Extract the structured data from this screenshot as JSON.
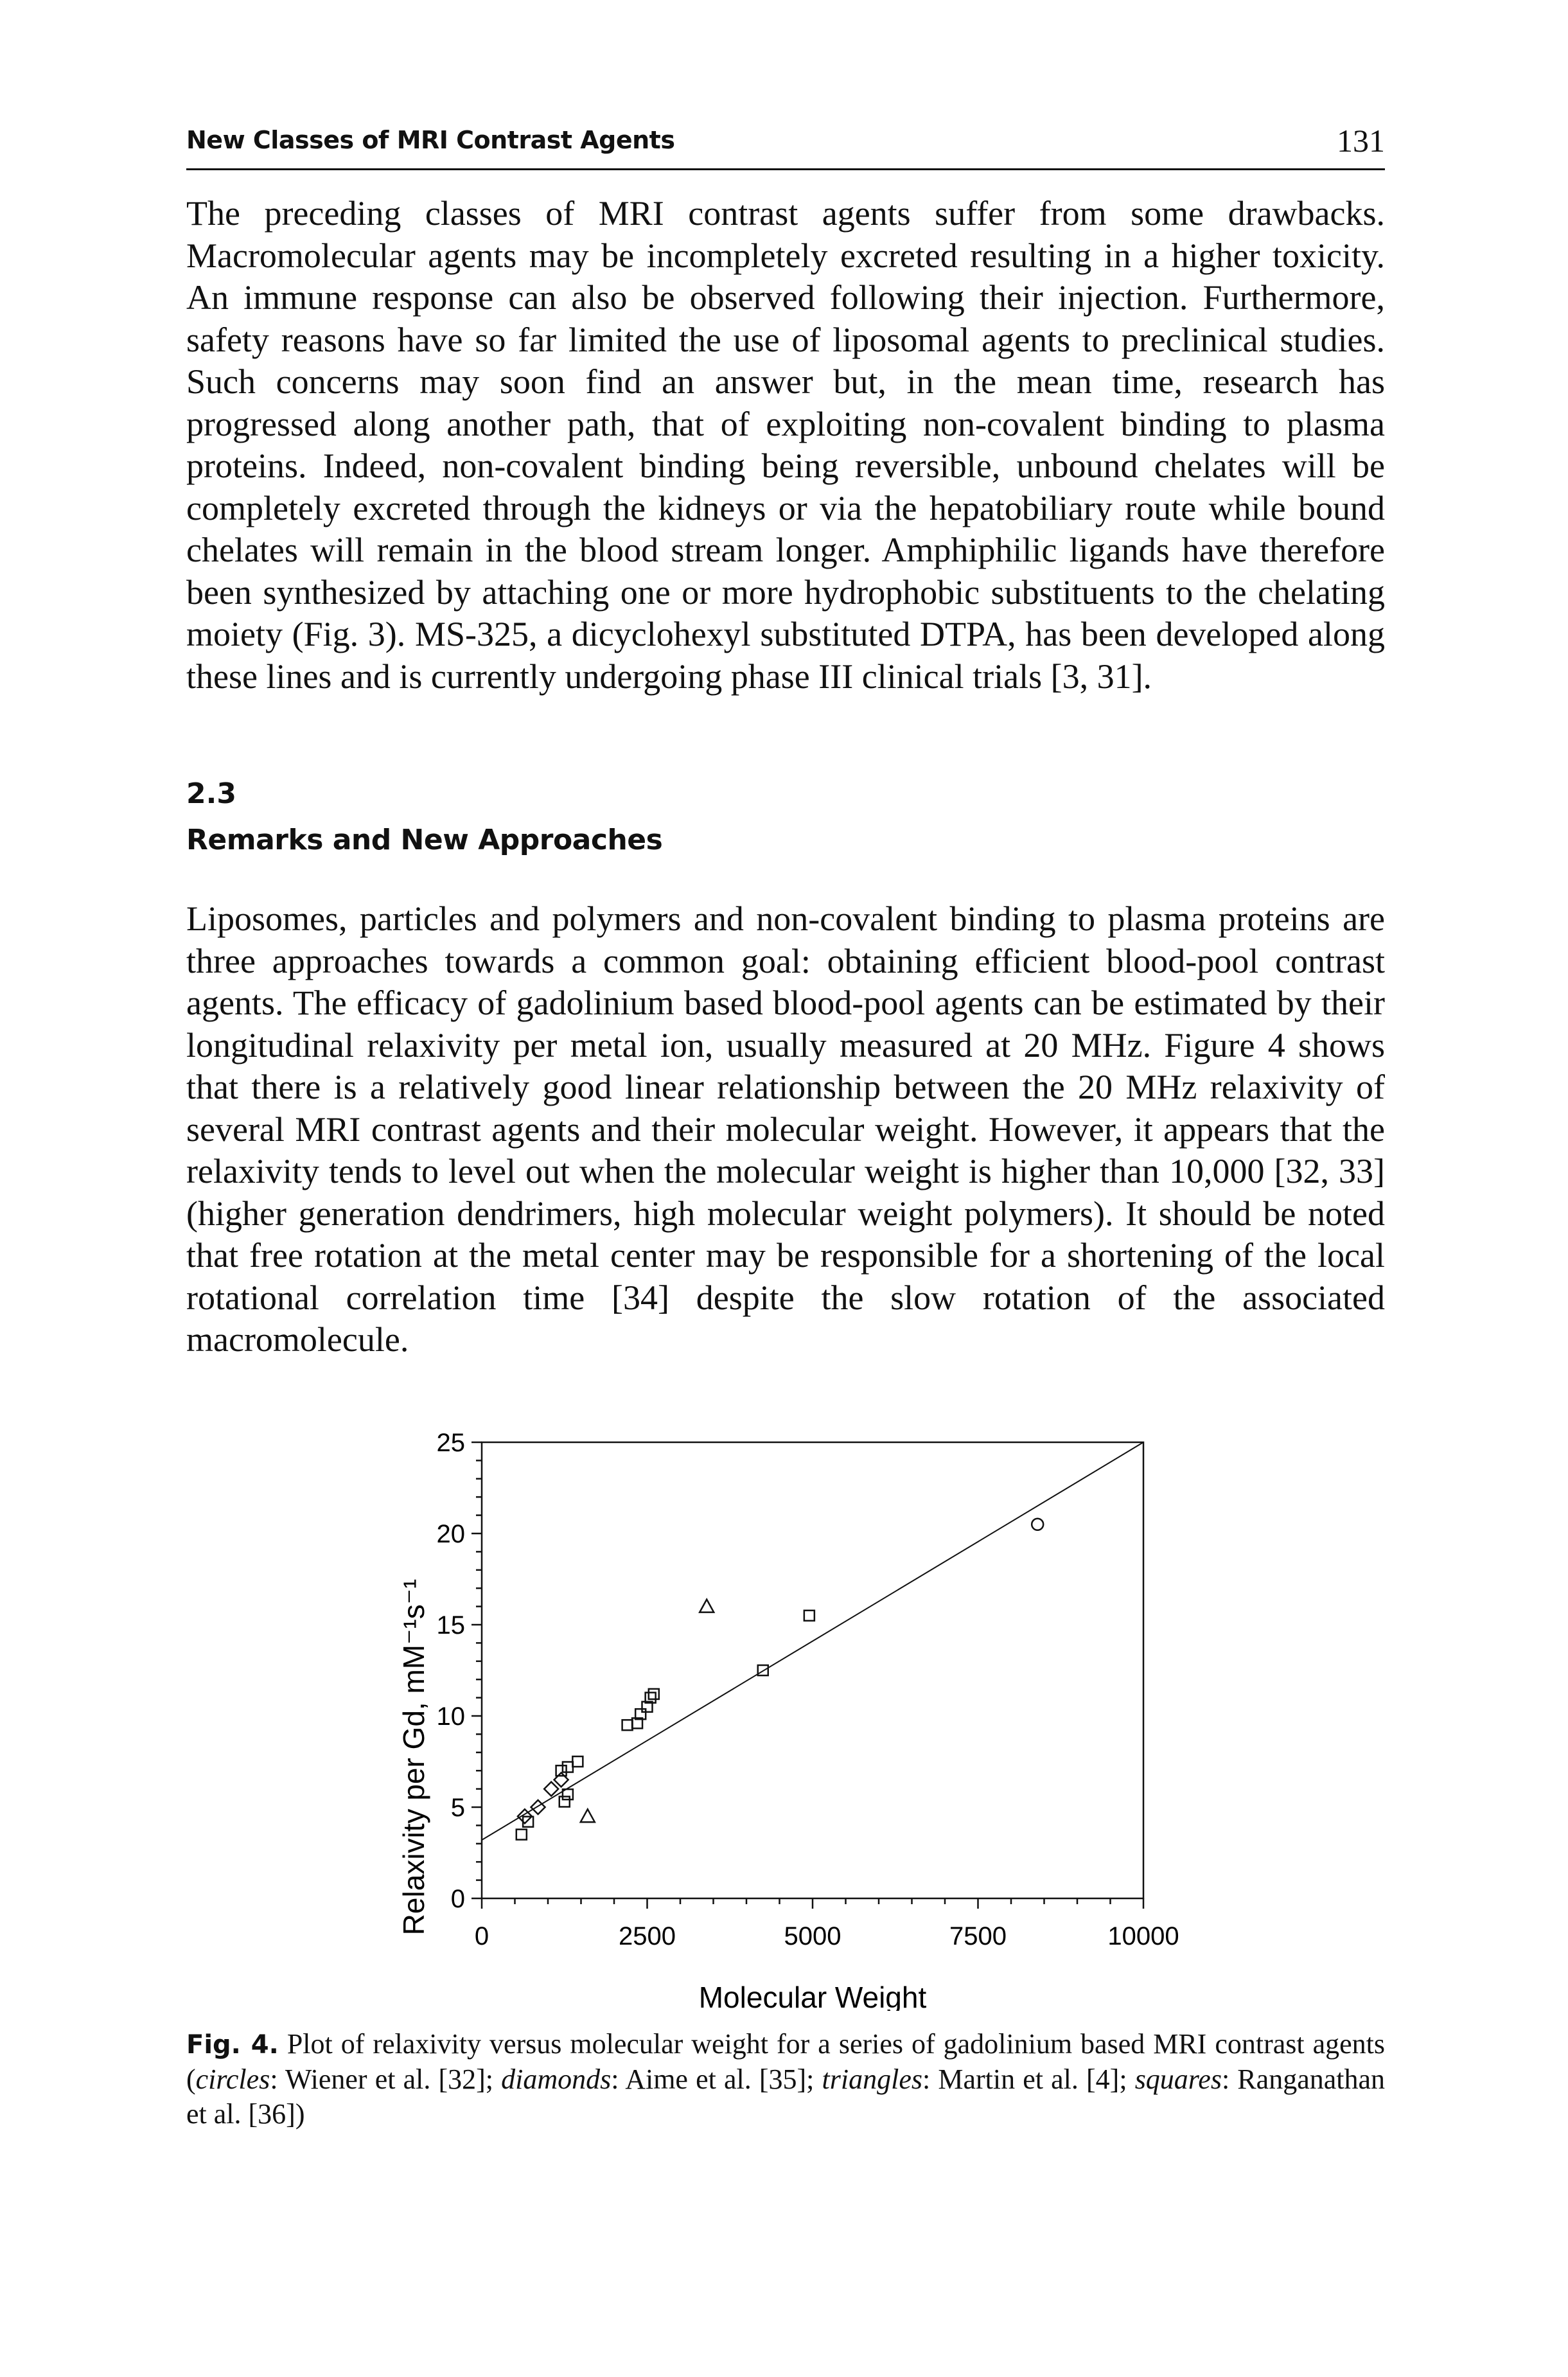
{
  "header": {
    "running_title": "New Classes of MRI Contrast Agents",
    "page_number": "131"
  },
  "paragraph_1": "The preceding classes of MRI contrast agents suffer from some drawbacks. Macromolecular agents may be incompletely excreted resulting in a higher tox­icity. An immune response can also be observed following their injection. Fur­thermore, safety reasons have so far limited the use of liposomal agents to pre­clinical studies. Such concerns may soon find an answer but, in the mean time, research has progressed along another path, that of exploiting non-covalent binding to plasma proteins. Indeed, non-covalent binding being reversible, unbound chelates will be completely excreted through the kidneys or via the hepatobiliary route while bound chelates will remain in the blood stream longer. Amphiphilic ligands have therefore been synthesized by attaching one or more hydrophobic substituents to the chelating moiety (Fig. 3). MS-325, a dicyclo­hexyl substituted DTPA, has been developed along these lines and is currently undergoing phase III clinical trials [3, 31].",
  "section": {
    "number": "2.3",
    "title": "Remarks and New Approaches"
  },
  "paragraph_2": "Liposomes, particles and polymers and non-covalent binding to plasma pro­teins are three approaches towards a common goal: obtaining efficient blood-pool contrast agents. The efficacy of gadolinium based blood-pool agents can be estimated by their longitudinal relaxivity per metal ion, usually measured at 20 MHz. Figure 4 shows that there is a relatively good linear relationship between the 20 MHz relaxivity of several MRI contrast agents and their molec­ular weight. However, it appears that the relaxivity tends to level out when the molecular weight is higher than 10,000 [32, 33] (higher generation dendrimers, high molecular weight polymers). It should be noted that free rotation at the metal center may be responsible for a shortening of the local rotational correla­tion time [34] despite the slow rotation of the associated macromolecule.",
  "caption": {
    "label": "Fig. 4.",
    "text_1": "Plot of relaxivity versus molecular weight for a series of gadolinium based MRI con­trast agents (",
    "circles_label": "circles",
    "text_2": ": Wiener et al. [32]; ",
    "diamonds_label": "diamonds",
    "text_3": ": Aime et al. [35]; ",
    "triangles_label": "triangles",
    "text_4": ": Martin et al. [4]; ",
    "squares_label": "squares",
    "text_5": ": Ranganathan et al. [36])"
  },
  "chart_data": {
    "type": "scatter",
    "xlabel": "Molecular Weight",
    "ylabel": "Relaxivity per Gd, mM⁻¹s⁻¹",
    "xlim": [
      0,
      10000
    ],
    "ylim": [
      0,
      25
    ],
    "x_ticks": [
      "0",
      "2500",
      "5000",
      "7500",
      "10000"
    ],
    "y_ticks": [
      "0",
      "5",
      "10",
      "15",
      "20",
      "25"
    ],
    "grid": false,
    "legend": "none",
    "series": [
      {
        "marker": "circle",
        "points": [
          [
            8400,
            20.5
          ]
        ]
      },
      {
        "marker": "diamond",
        "points": [
          [
            650,
            4.5
          ],
          [
            850,
            5.0
          ],
          [
            1050,
            6.0
          ],
          [
            1200,
            6.5
          ]
        ]
      },
      {
        "marker": "triangle",
        "points": [
          [
            3400,
            16.0
          ],
          [
            1600,
            4.5
          ]
        ]
      },
      {
        "marker": "square",
        "points": [
          [
            600,
            3.5
          ],
          [
            700,
            4.2
          ],
          [
            1200,
            7.0
          ],
          [
            1300,
            7.2
          ],
          [
            1450,
            7.5
          ],
          [
            1250,
            5.3
          ],
          [
            1300,
            5.7
          ],
          [
            2200,
            9.5
          ],
          [
            2350,
            9.6
          ],
          [
            2400,
            10.1
          ],
          [
            2500,
            10.5
          ],
          [
            2600,
            11.2
          ],
          [
            2550,
            11.0
          ],
          [
            4250,
            12.5
          ],
          [
            4950,
            15.5
          ]
        ]
      },
      {
        "marker": "line",
        "points": [
          [
            0,
            3.2
          ],
          [
            10000,
            25.0
          ]
        ]
      }
    ]
  }
}
